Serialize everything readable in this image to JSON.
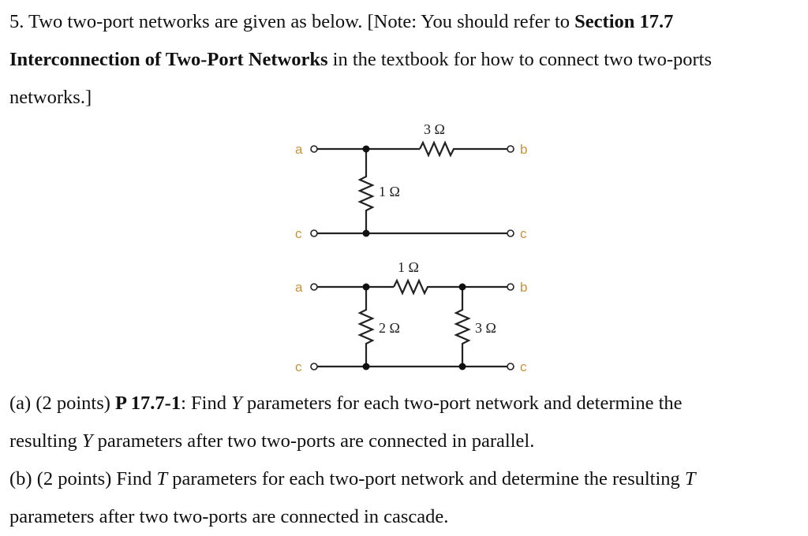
{
  "problem": {
    "intro": {
      "prefix": "5. Two two-port networks are given as below. [Note: You should refer to ",
      "section_ref": "Section 17.7",
      "section_title": "Interconnection of Two-Port Networks",
      "suffix_line2": " in the textbook for how to connect two two-ports",
      "line3": "networks.]"
    },
    "part_a": {
      "label": "(a) (2 points) ",
      "ref": "P 17.7-1",
      "text1": ": Find ",
      "var": "Y",
      "text2": " parameters for each two-port network and determine the",
      "line2_pre": "resulting ",
      "line2_var": "Y",
      "line2_post": " parameters after two two-ports are connected in parallel."
    },
    "part_b": {
      "label": "(b) (2 points) Find ",
      "var": "T",
      "text1": " parameters for each two-port network and determine the resulting ",
      "var2": "T",
      "line2": "parameters after two two-ports are connected in cascade."
    }
  },
  "circuits": [
    {
      "name": "network-1",
      "terminals": {
        "top_left": "a",
        "top_right": "b",
        "bottom_left": "c",
        "bottom_right": "c"
      },
      "resistors": {
        "series": "3 Ω",
        "shunt": "1 Ω"
      }
    },
    {
      "name": "network-2",
      "terminals": {
        "top_left": "a",
        "top_right": "b",
        "bottom_left": "c",
        "bottom_right": "c"
      },
      "resistors": {
        "series": "1 Ω",
        "shunt_left": "2 Ω",
        "shunt_right": "3 Ω"
      }
    }
  ],
  "colors": {
    "terminal_label": "#c8913a",
    "wire": "#222222"
  }
}
